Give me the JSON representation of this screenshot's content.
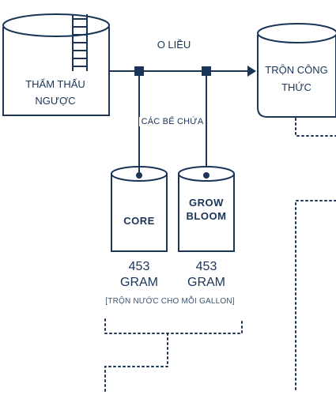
{
  "labels": {
    "ro_tank": "THẨM THẤU NGƯỢC",
    "line": "O LIỀU",
    "mix_tank": "TRỘN CÔNG THỨC",
    "stock": "CÁC BỂ CHỨA",
    "core": "CORE",
    "grow_bloom": "GROW BLOOM",
    "core_amount": "453 GRAM",
    "grow_amount": "453 GRAM",
    "mix_note": "[TRỘN NƯỚC CHO MỖI GALLON]"
  },
  "colors": {
    "line": "#1a3557",
    "text": "#1a3557",
    "dotted": "#1a3557",
    "fill": "#ffffff"
  }
}
